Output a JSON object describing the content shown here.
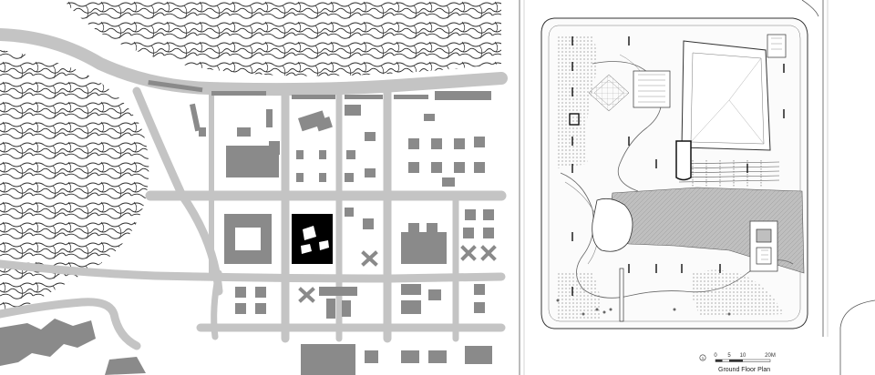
{
  "plan": {
    "title": "Ground Floor Plan",
    "north_label": "1",
    "scale_ticks": [
      "0",
      "5",
      "10",
      "20M"
    ]
  },
  "colors": {
    "road": "#c4c4c4",
    "building": "#8a8a8a",
    "highlight": "#000000",
    "contour": "#2a2a2a",
    "plan_line": "#333333",
    "plan_fill": "#bfbfbf"
  }
}
